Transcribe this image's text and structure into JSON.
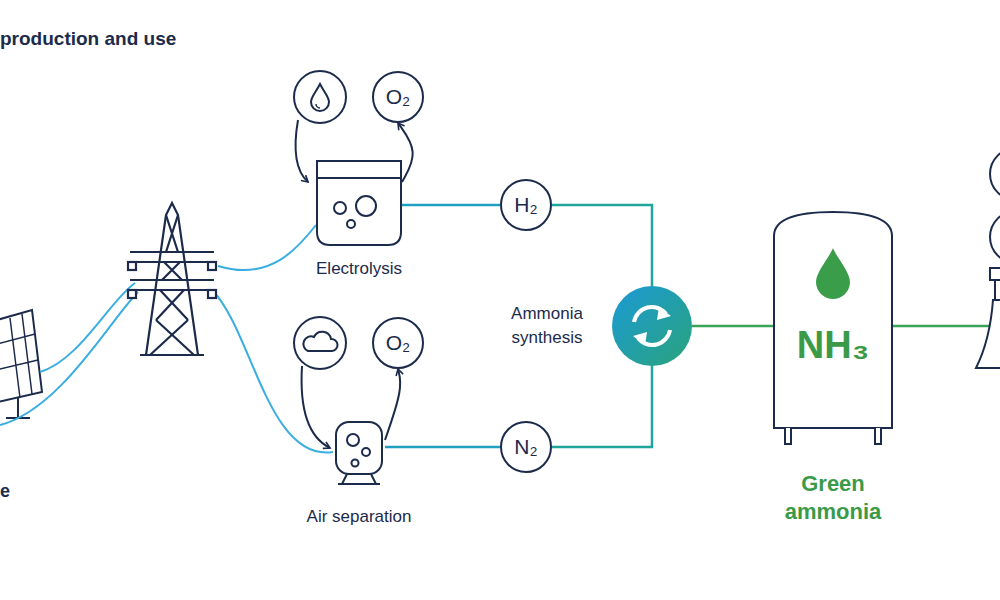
{
  "diagram": {
    "title": "production and use",
    "nodes": [
      {
        "text": [
          "Electrolysis"
        ]
      },
      {
        "text": [
          "O₂"
        ]
      },
      {
        "text": [
          "Air separation"
        ]
      },
      {
        "text": [
          "O₂"
        ]
      },
      {
        "text": [
          "H₂"
        ]
      },
      {
        "text": [
          "N₂"
        ]
      },
      {
        "text": [
          "Ammonia synthesis"
        ]
      },
      {
        "text": [
          "NH₃",
          "Green ammonia"
        ]
      }
    ],
    "edges": [
      {
        "from": 0,
        "to": 1,
        "arrow": "to"
      },
      {
        "from": 2,
        "to": 3,
        "arrow": "to"
      },
      {
        "from": 0,
        "to": 4,
        "arrow": "none"
      },
      {
        "from": 2,
        "to": 5,
        "arrow": "none"
      },
      {
        "from": 4,
        "to": 6,
        "arrow": "none"
      },
      {
        "from": 5,
        "to": 6,
        "arrow": "none"
      },
      {
        "from": 6,
        "to": 7,
        "arrow": "none"
      }
    ],
    "labels": [
      "e"
    ]
  }
}
